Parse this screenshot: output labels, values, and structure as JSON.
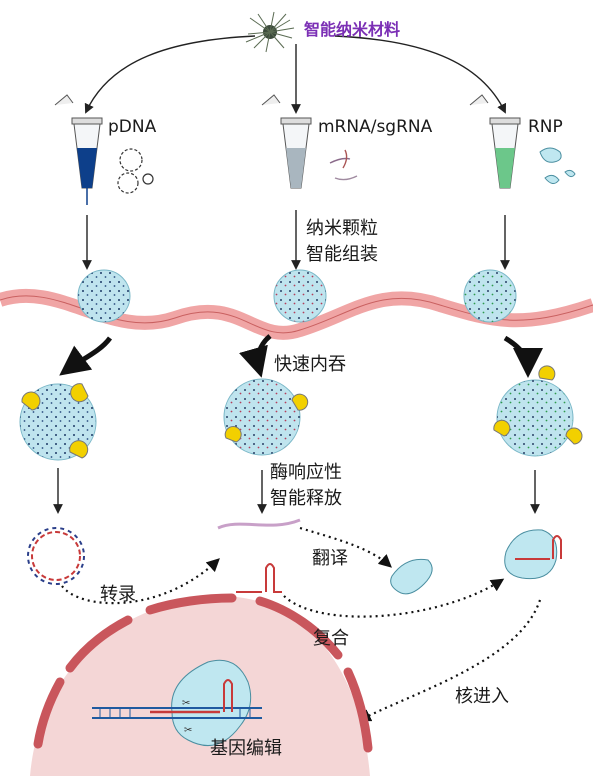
{
  "title": "智能纳米材料",
  "colors": {
    "title": "#7b2fb5",
    "pdna_liquid": "#0d3f8a",
    "mrna_liquid": "#a9b6bf",
    "rnp_liquid": "#6cc78a",
    "membrane": "#f0a5a5",
    "nucleus": "#f4d6d6",
    "nuclear_envelope": "#c9565c",
    "particle": "#bfe4ee",
    "receptor": "#f2d000",
    "rna_strand": "#c8a0c8",
    "protein": "#bfe7f0"
  },
  "columns": {
    "left": "pDNA",
    "middle": "mRNA/sgRNA",
    "right": "RNP"
  },
  "steps": {
    "assembly_line1": "纳米颗粒",
    "assembly_line2": "智能组装",
    "uptake": "快速内吞",
    "release_line1": "酶响应性",
    "release_line2": "智能释放",
    "transcription": "转录",
    "translation": "翻译",
    "complexing": "复合",
    "nuclear_entry": "核进入",
    "editing": "基因编辑"
  },
  "icons": [
    "nanomaterial-icon",
    "tube-icon",
    "plasmid-icon",
    "nanoparticle-icon",
    "protein-icon",
    "dna-icon"
  ]
}
